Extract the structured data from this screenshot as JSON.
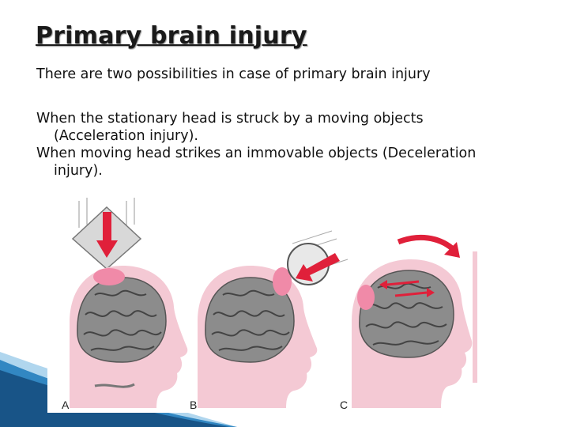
{
  "slide": {
    "title": "Primary brain injury",
    "intro": "There are two possibilities in case of primary brain injury",
    "point1_line1": "When the stationary head is struck by a moving objects",
    "point1_line2": "(Acceleration injury).",
    "point2_line1": "When moving head strikes an immovable objects (Deceleration",
    "point2_line2": "injury)."
  },
  "figure": {
    "panel_labels": [
      "A",
      "B",
      "C"
    ]
  },
  "colors": {
    "skin": "#f4c9d4",
    "brain": "#8c8c8c",
    "injury": "#f08aa8",
    "arrow": "#e0203a",
    "deco_blue": "#1a6fb0"
  }
}
